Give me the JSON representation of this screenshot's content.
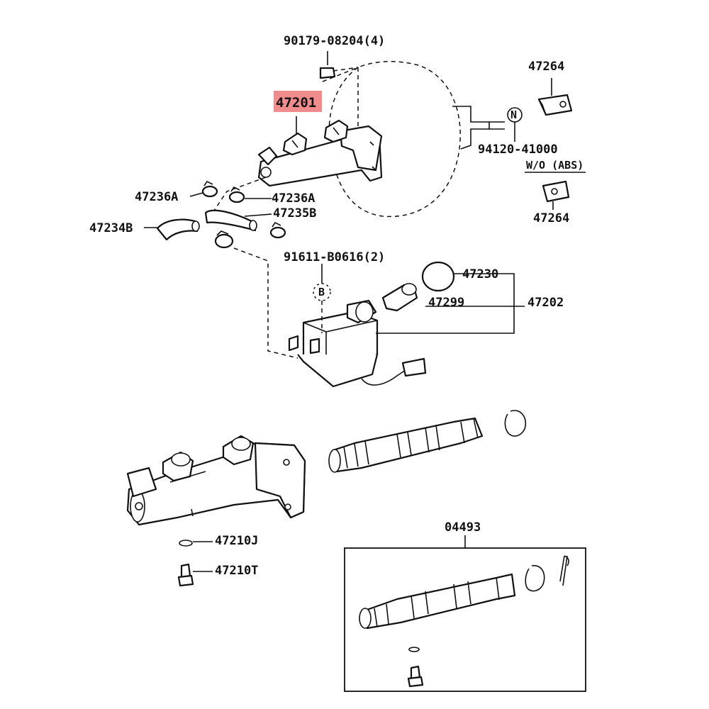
{
  "highlight_color": "#f08c8c",
  "labels": {
    "bolt_top": "90179-08204(4)",
    "master_cylinder": "47201",
    "bracket_right": "47264",
    "nut_circle": "N",
    "bolt_right": "94120-41000",
    "wo_abs": "W/O (ABS)",
    "bracket_lower": "47264",
    "clamp_left": "47236A",
    "clamp_right": "47236A",
    "hose_b": "47235B",
    "hose_left": "47234B",
    "screw_b": "91611-B0616(2)",
    "b_circle": "B",
    "cap": "47230",
    "strainer": "47299",
    "reservoir": "47202",
    "washer": "47210J",
    "plug": "47210T",
    "kit": "04493"
  }
}
